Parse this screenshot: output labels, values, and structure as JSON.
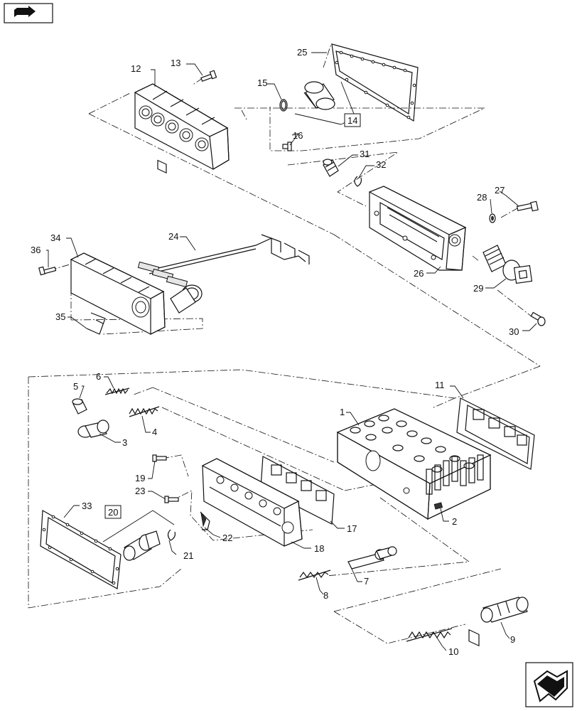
{
  "callouts": [
    "1",
    "2",
    "3",
    "4",
    "5",
    "6",
    "7",
    "8",
    "9",
    "10",
    "11",
    "12",
    "13",
    "15",
    "16",
    "17",
    "18",
    "19",
    "21",
    "22",
    "23",
    "24",
    "25",
    "26",
    "27",
    "28",
    "29",
    "30",
    "31",
    "32",
    "33",
    "34",
    "35",
    "36"
  ],
  "boxed_callouts": [
    "14",
    "20"
  ]
}
